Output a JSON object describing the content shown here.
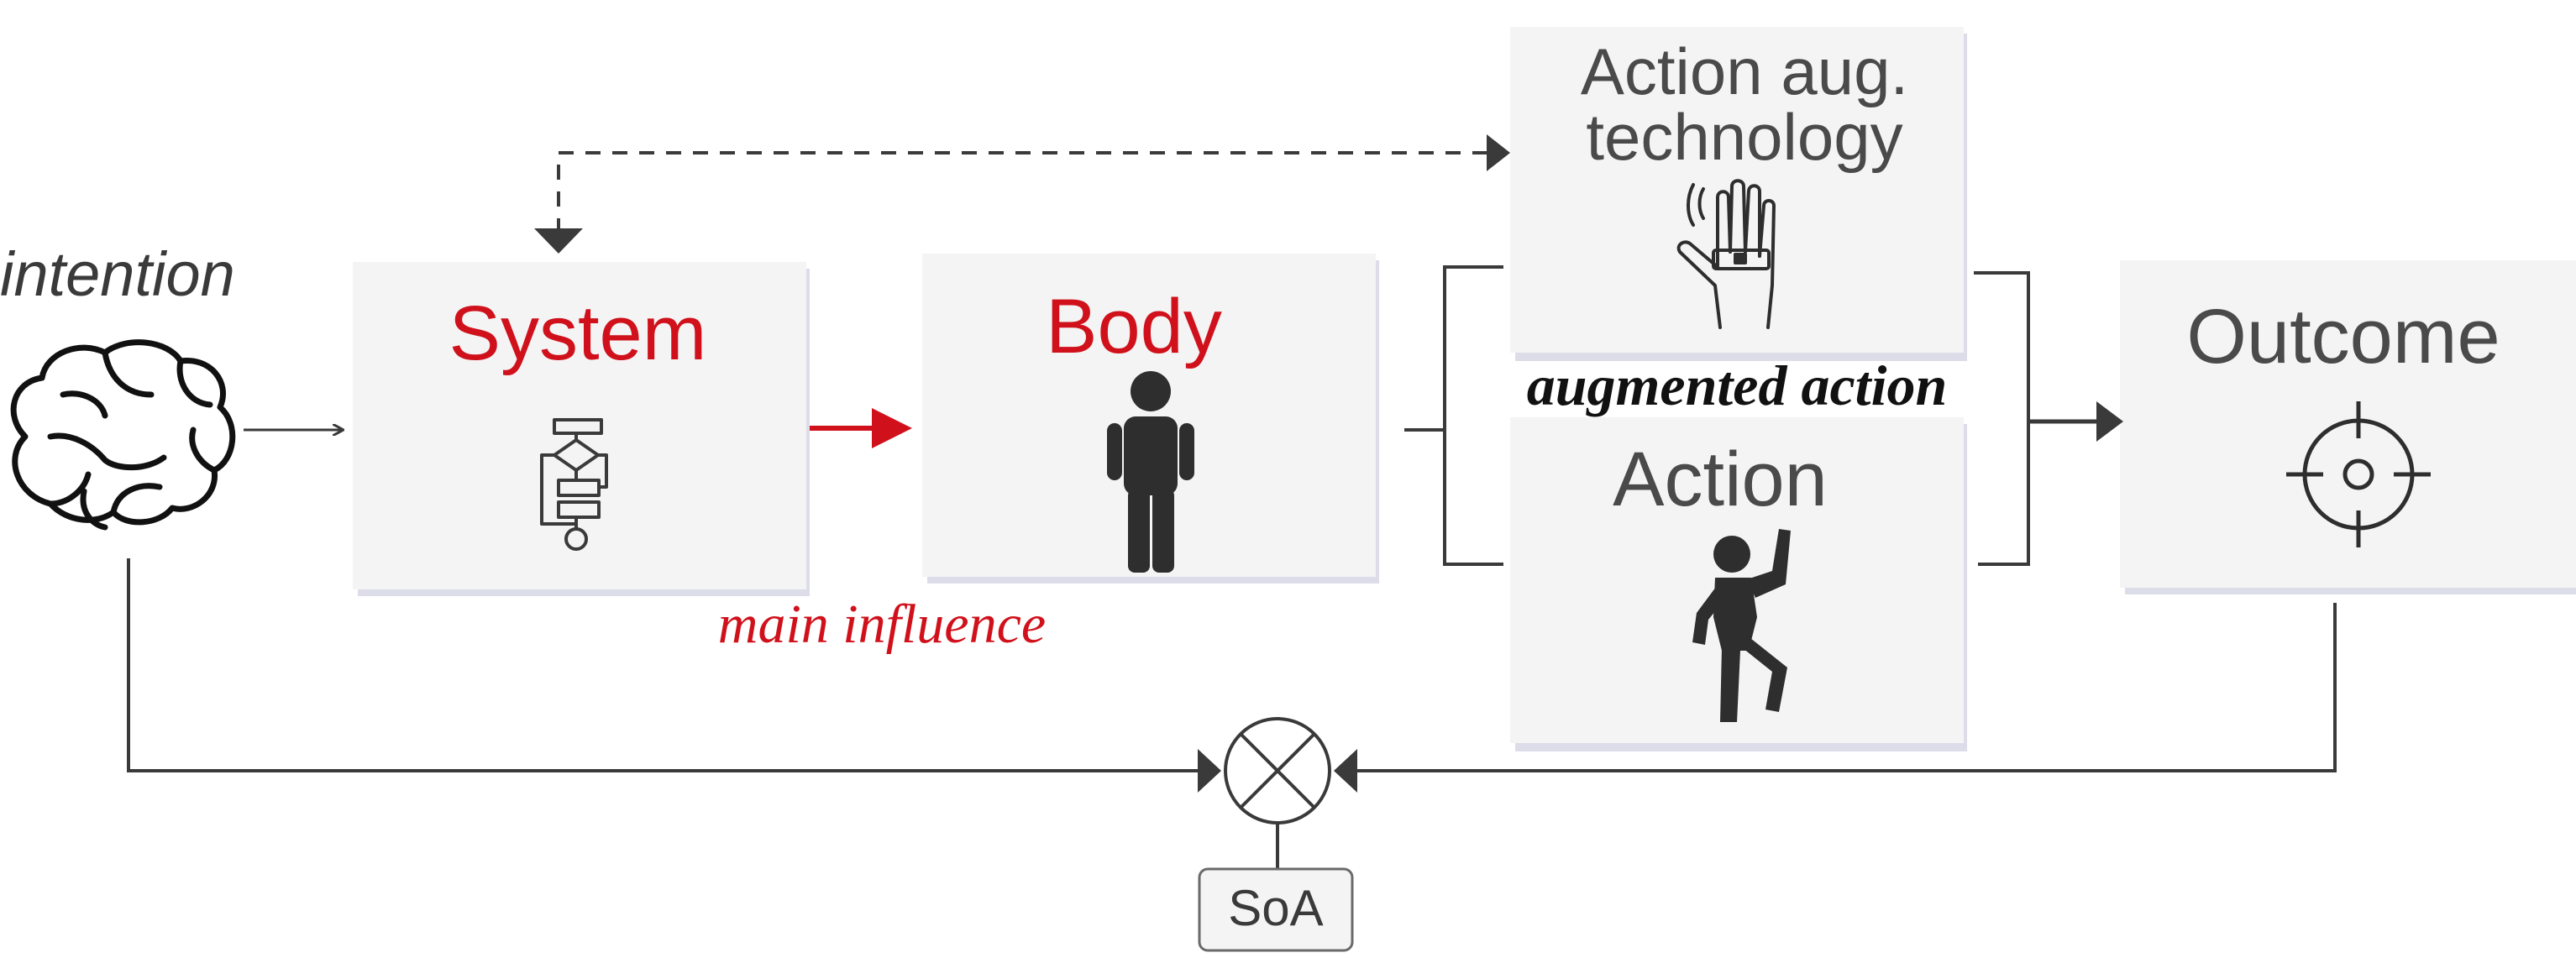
{
  "diagram": {
    "intention_label": "intention",
    "system_label": "System",
    "body_label": "Body",
    "technology_label": {
      "line1": "Action aug.",
      "line2": "technology"
    },
    "augmented_action_label": "augmented action",
    "action_label": "Action",
    "outcome_label": "Outcome",
    "main_influence_label": "main influence",
    "soa_label": "SoA",
    "colors": {
      "accent_red": "#d0111b",
      "box_fill": "#f4f4f5",
      "box_shadow": "#dcdde9",
      "line": "#3a3a3a",
      "text_gray": "#4a4a4a"
    },
    "icons": {
      "intention": "brain-icon",
      "system": "flowchart-icon",
      "body": "person-standing-icon",
      "technology": "wearable-hand-device-icon",
      "action": "person-waving-icon",
      "outcome": "target-crosshair-icon",
      "comparator": "comparator-x-circle-icon"
    }
  }
}
